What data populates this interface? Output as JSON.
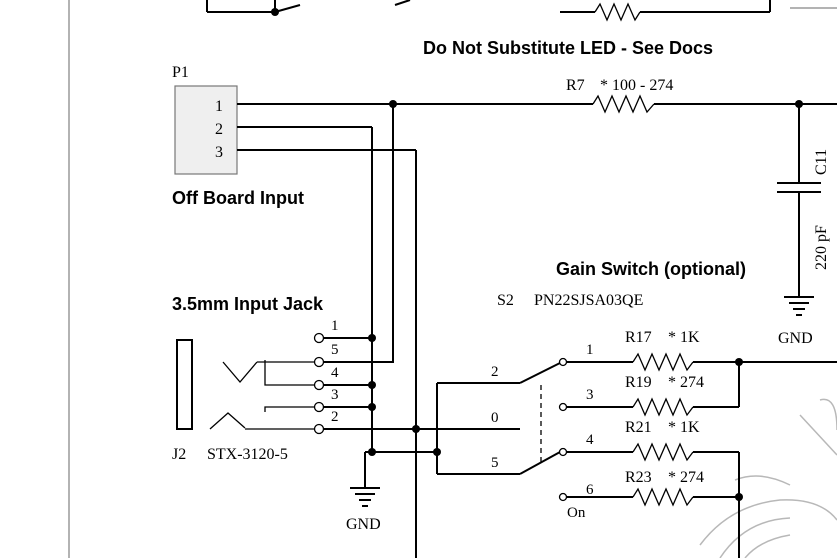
{
  "title_top": "Do Not Substitute LED - See Docs",
  "p1": {
    "ref": "P1",
    "pins": [
      "1",
      "2",
      "3"
    ],
    "caption": "Off Board Input"
  },
  "r7": {
    "label": "R7",
    "value": "* 100 - 274"
  },
  "c11": {
    "ref": "C11",
    "value": "220 pF"
  },
  "gnd": "GND",
  "jack": {
    "title": "3.5mm Input Jack",
    "ref": "J2",
    "part": "STX-3120-5",
    "pins": [
      "1",
      "5",
      "4",
      "3",
      "2"
    ]
  },
  "gain": {
    "title": "Gain Switch (optional)",
    "ref": "S2",
    "part": "PN22SJSA03QE",
    "pins": [
      "1",
      "2",
      "3",
      "0",
      "4",
      "5",
      "6"
    ],
    "on": "On"
  },
  "resistors": [
    {
      "label": "R17",
      "value": "* 1K"
    },
    {
      "label": "R19",
      "value": "* 274"
    },
    {
      "label": "R21",
      "value": "* 1K"
    },
    {
      "label": "R23",
      "value": "* 274"
    }
  ]
}
